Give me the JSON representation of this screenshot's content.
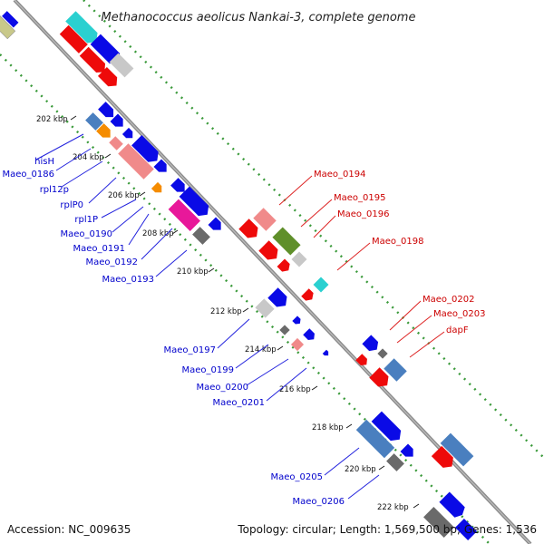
{
  "title": "Methanococcus aeolicus Nankai-3, complete genome",
  "accession": "Accession: NC_009635",
  "topology": "Topology: circular; Length: 1,569,500 bp; Genes: 1,536",
  "colors": {
    "backbone": "#8c8c8c",
    "dotted_ring": "#3a9a3a",
    "blue_label": "#0000cc",
    "red_label": "#cc0000",
    "label_line_blue": "#2222dd",
    "label_line_red": "#dd2222"
  },
  "kbp_ticks": [
    "202 kbp",
    "204 kbp",
    "206 kbp",
    "208 kbp",
    "210 kbp",
    "212 kbp",
    "214 kbp",
    "216 kbp",
    "218 kbp",
    "220 kbp",
    "222 kbp"
  ],
  "left_labels": [
    "hisH",
    "Maeo_0186",
    "rpl12p",
    "rplP0",
    "rpl1P",
    "Maeo_0190",
    "Maeo_0191",
    "Maeo_0192",
    "Maeo_0193",
    "Maeo_0197",
    "Maeo_0199",
    "Maeo_0200",
    "Maeo_0201",
    "Maeo_0205",
    "Maeo_0206"
  ],
  "right_labels": [
    "Maeo_0194",
    "Maeo_0195",
    "Maeo_0196",
    "Maeo_0198",
    "Maeo_0202",
    "Maeo_0203",
    "dapF"
  ],
  "gene_colors": {
    "blue": "#0a0ae6",
    "red": "#ee0a0a",
    "steel": "#4a7fbf",
    "pink": "#f08a8a",
    "magenta": "#e8189a",
    "orange": "#f58c00",
    "cyan": "#2ad0d0",
    "olive": "#5f8f2a",
    "gray": "#6a6a6a",
    "silver": "#c8c8c8",
    "khaki": "#c8c88a"
  }
}
